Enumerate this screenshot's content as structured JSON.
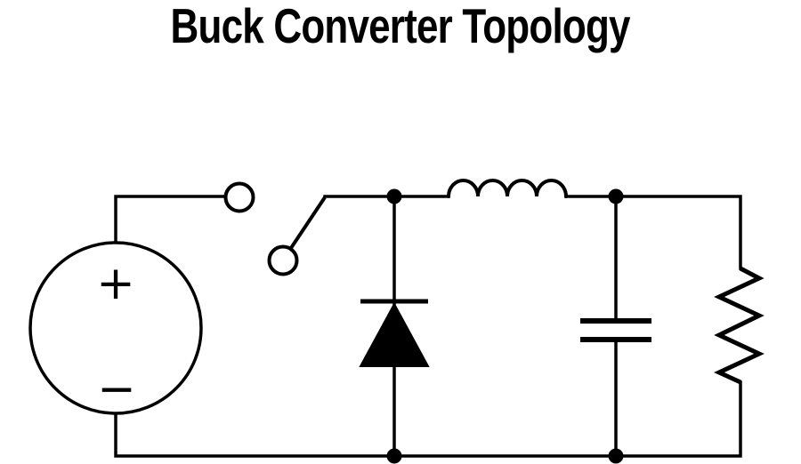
{
  "title": "Buck Converter Topology",
  "colors": {
    "line": "#000000",
    "background": "#ffffff"
  },
  "diagram": {
    "type": "circuit-schematic",
    "voltage_source": {
      "positive_label": "+",
      "negative_label": "−"
    },
    "components": [
      {
        "name": "voltage-source"
      },
      {
        "name": "switch"
      },
      {
        "name": "diode"
      },
      {
        "name": "inductor"
      },
      {
        "name": "capacitor"
      },
      {
        "name": "resistor"
      }
    ]
  }
}
